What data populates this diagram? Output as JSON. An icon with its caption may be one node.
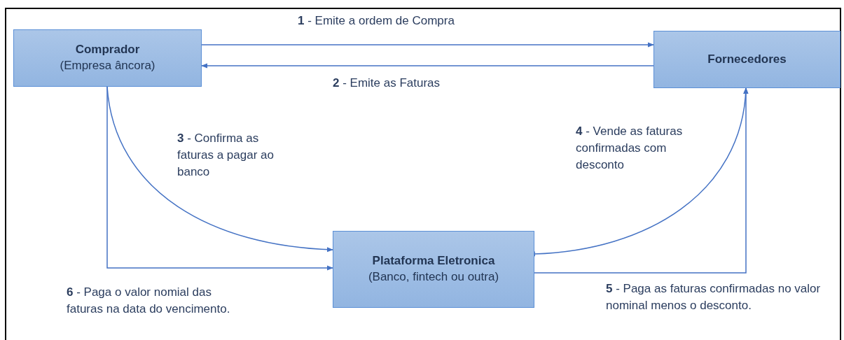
{
  "diagram": {
    "nodes": [
      {
        "text": [
          "Comprador",
          "(Empresa âncora)"
        ]
      },
      {
        "text": [
          "Fornecedores"
        ]
      },
      {
        "text": [
          "Plataforma Eletronica",
          "(Banco, fintech ou outra)"
        ]
      }
    ],
    "edges": [
      {
        "from": 0,
        "to": 1,
        "arrow": "to",
        "label": "**1** - Emite a ordem de Compra"
      },
      {
        "from": 1,
        "to": 0,
        "arrow": "to",
        "label": "**2** - Emite as Faturas"
      },
      {
        "from": 0,
        "to": 2,
        "arrow": "to",
        "label": "**3** - Confirma as faturas a pagar ao banco"
      },
      {
        "from": 2,
        "to": 1,
        "arrow": "both",
        "label": "**4** - Vende as faturas confirmadas com desconto"
      },
      {
        "from": 2,
        "to": 1,
        "arrow": "to",
        "label": "**5** - Paga as faturas confirmadas no valor nominal menos o desconto."
      },
      {
        "from": 0,
        "to": 2,
        "arrow": "to",
        "label": "**6** - Paga o valor nomial das faturas na data do vencimento."
      }
    ]
  }
}
